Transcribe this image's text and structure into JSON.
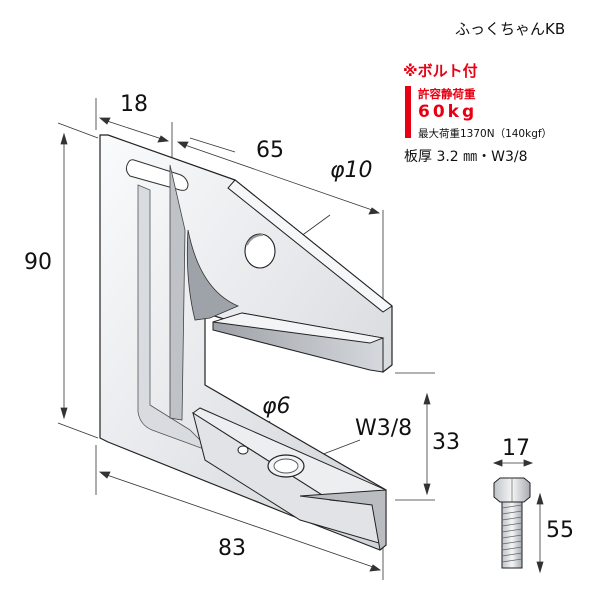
{
  "header": {
    "product_name": "ふっくちゃんKB",
    "bolt_note": "※ボルト付",
    "load_label": "許容静荷重",
    "load_value": "60kg",
    "max_load": "最大荷重1370N（140kgf）",
    "spec": "板厚 3.2 ㎜・W3/8"
  },
  "dimensions": {
    "top_width": "18",
    "diagonal_length": "65",
    "height": "90",
    "hole_large": "φ10",
    "hole_small": "φ6",
    "thread_label": "W3/8",
    "lower_height": "33",
    "bottom_length": "83",
    "bolt_head": "17",
    "bolt_length": "55"
  },
  "colors": {
    "accent_red": "#e60012",
    "metal_light": "#f1f2f4",
    "metal_mid": "#c9ccd1",
    "metal_dark": "#8d9198",
    "outline": "#222222"
  }
}
